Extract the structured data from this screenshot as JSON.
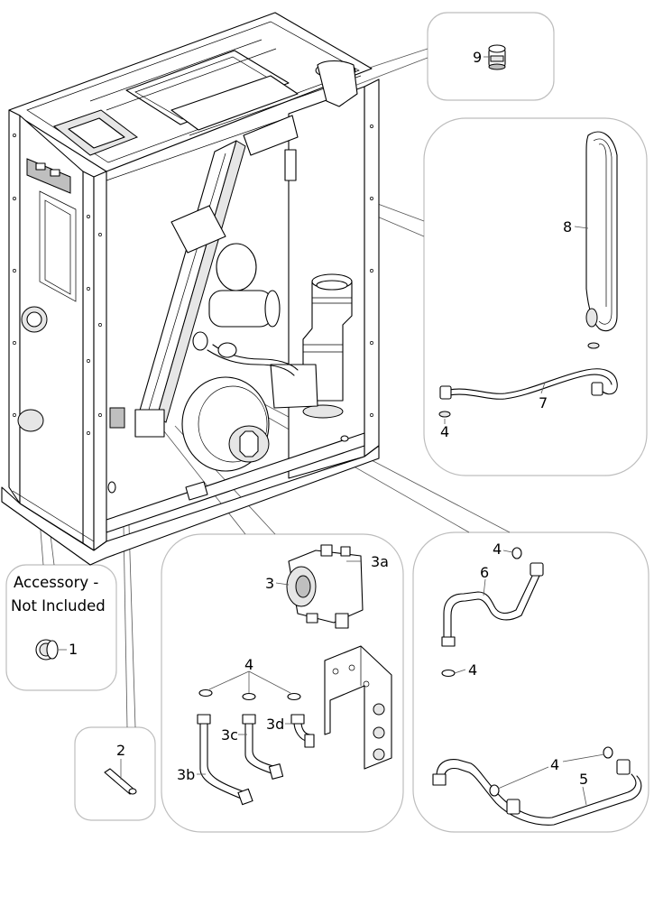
{
  "labels": {
    "p1": "1",
    "p2": "2",
    "p3": "3",
    "p3a": "3a",
    "p3b": "3b",
    "p3c": "3c",
    "p3d": "3d",
    "p4": "4",
    "p5": "5",
    "p6": "6",
    "p7": "7",
    "p8": "8",
    "p9": "9"
  },
  "accessory_note": {
    "line1": "Accessory -",
    "line2": "Not Included"
  }
}
